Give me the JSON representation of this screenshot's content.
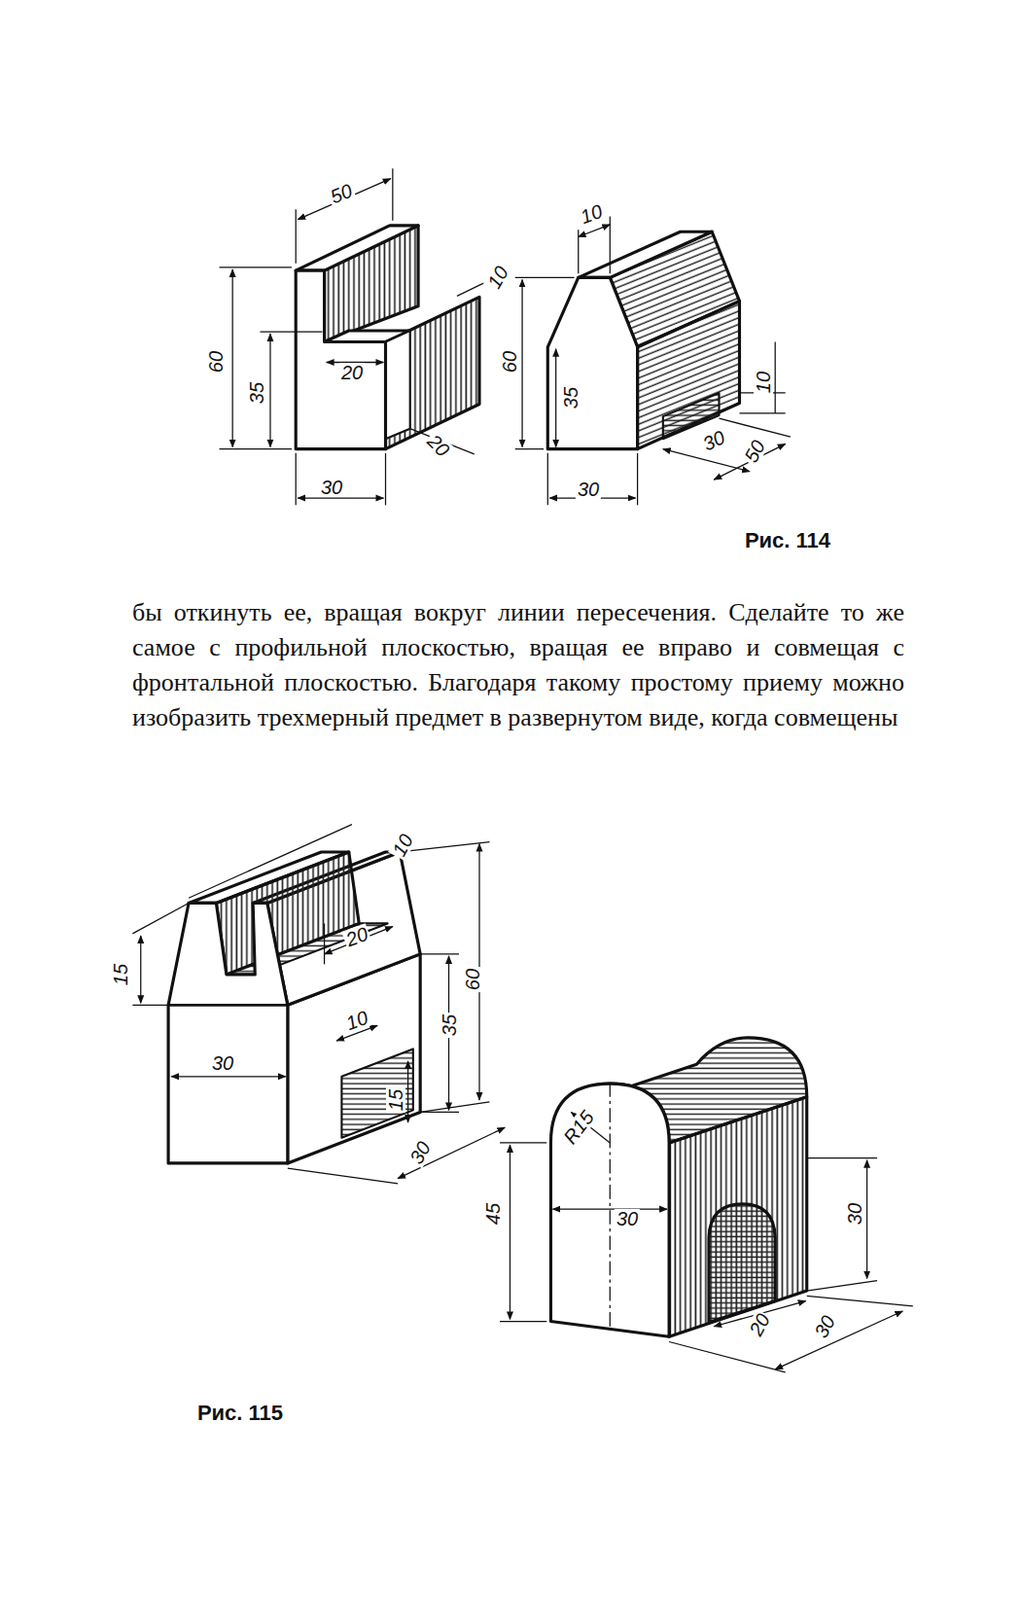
{
  "diagram": {
    "labels": [
      "50",
      "60",
      "35",
      "20",
      "10",
      "20",
      "30",
      "10",
      "60",
      "35",
      "30",
      "10",
      "30",
      "50",
      "Рис. 114",
      "бы откинуть ее, вращая вокруг линии пересечения. Сделайте то же самое с профильной плоскостью, вращая ее вправо и совмещая с фронтальной плоскостью. Благодаря такому простому приему можно изобразить трехмерный предмет в развернутом виде, когда совмещены",
      "10",
      "15",
      "20",
      "60",
      "35",
      "30",
      "10",
      "15",
      "30",
      "R15",
      "45",
      "30",
      "30",
      "20",
      "30",
      "Рис. 115"
    ]
  }
}
